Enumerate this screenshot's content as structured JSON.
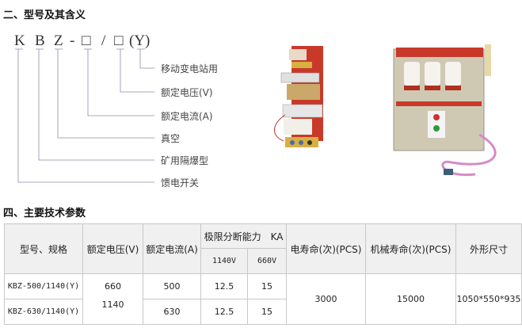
{
  "section2": {
    "title": "二、型号及其含义",
    "code_letters": [
      "K",
      "B",
      "Z",
      "-",
      "□",
      "/",
      "□",
      "(Y)"
    ],
    "meanings": [
      "移动变电站用",
      "额定电压(V)",
      "额定电流(A)",
      "真空",
      "矿用隔爆型",
      "馈电开关"
    ]
  },
  "section4": {
    "title": "四、主要技术参数",
    "headers": {
      "model": "型号、规格",
      "voltage": "额定电压(V)",
      "current": "额定电流(A)",
      "breaking": "极限分断能力　KA",
      "sub_1140": "1140V",
      "sub_660": "660V",
      "elec_life": "电寿命(次)(PCS)",
      "mech_life": "机械寿命(次)(PCS)",
      "size": "外形尺寸"
    },
    "rows": [
      {
        "model": "KBZ-500/1140(Y)",
        "voltage": "660",
        "current": "500",
        "b1140": "12.5",
        "b660": "15"
      },
      {
        "model": "KBZ-630/1140(Y)",
        "voltage": "1140",
        "current": "630",
        "b1140": "12.5",
        "b660": "15"
      }
    ],
    "elec_life": "3000",
    "mech_life": "15000",
    "size": "1050*550*935"
  }
}
